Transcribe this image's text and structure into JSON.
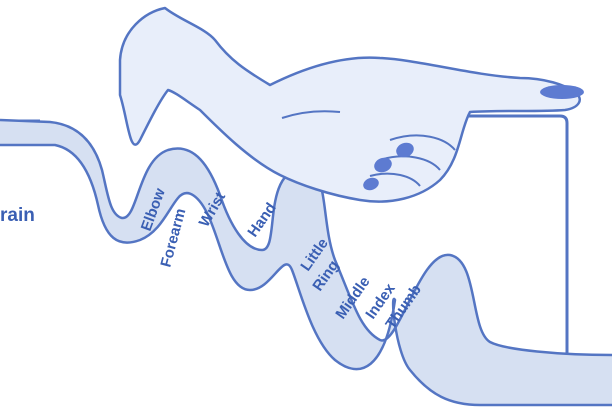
{
  "partial_word": "rain",
  "labels": {
    "elbow": "Elbow",
    "forearm": "Forearm",
    "wrist": "Wrist",
    "hand": "Hand",
    "little": "Little",
    "ring": "Ring",
    "middle": "Middle",
    "index": "Index",
    "thumb": "Thumb"
  },
  "colors": {
    "outline": "#5475c3",
    "band_fill": "#d6e0f2",
    "skin_fill": "#e8eefa",
    "nail_fill": "#5d7bd1",
    "text": "#3a5fb3",
    "background": "#ffffff"
  }
}
